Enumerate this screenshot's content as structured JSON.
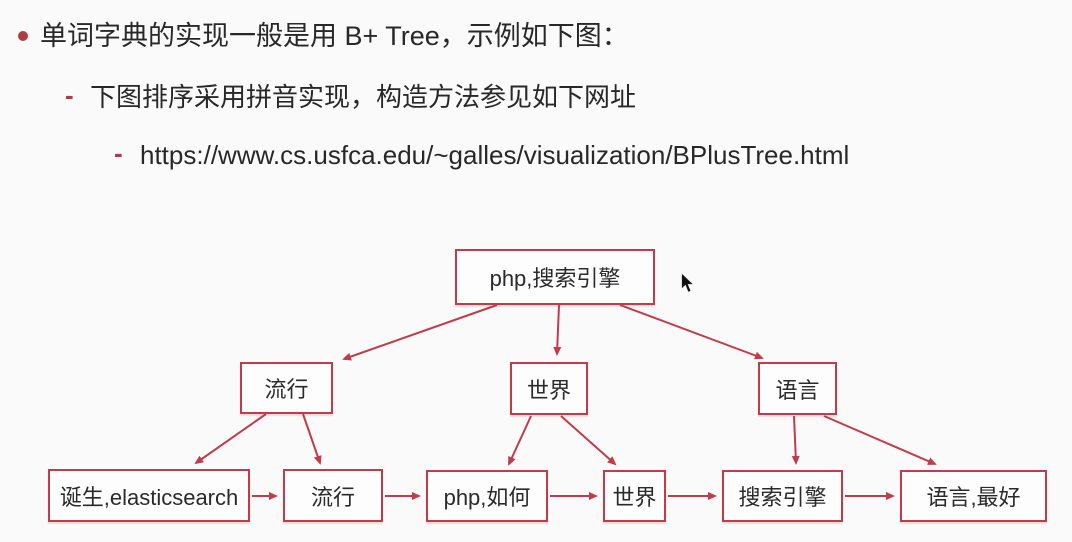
{
  "page": {
    "bg_color": "#fbfafa",
    "accent_color": "#c13b4b",
    "text_color": "#282828"
  },
  "bullets": [
    {
      "level": 1,
      "marker": "•",
      "text": "单词字典的实现一般是用 B+ Tree，示例如下图："
    },
    {
      "level": 2,
      "marker": "-",
      "text": "下图排序采用拼音实现，构造方法参见如下网址"
    },
    {
      "level": 3,
      "marker": "-",
      "text": "https://www.cs.usfca.edu/~galles/visualization/BPlusTree.html"
    }
  ],
  "tree": {
    "type": "B+ Tree",
    "root": {
      "label": "php,搜索引擎"
    },
    "internal": [
      {
        "label": "流行"
      },
      {
        "label": "世界"
      },
      {
        "label": "语言"
      }
    ],
    "leaves": [
      {
        "label": "诞生,elasticsearch"
      },
      {
        "label": "流行"
      },
      {
        "label": "php,如何"
      },
      {
        "label": "世界"
      },
      {
        "label": "搜索引擎"
      },
      {
        "label": "语言,最好"
      }
    ],
    "edges": [
      "root->流行",
      "root->世界",
      "root->语言",
      "流行->诞生,elasticsearch",
      "流行->流行(leaf)",
      "世界->php,如何",
      "世界->世界(leaf)",
      "语言->搜索引擎",
      "语言->语言,最好",
      "诞生,elasticsearch->流行(leaf)",
      "流行(leaf)->php,如何",
      "php,如何->世界(leaf)",
      "世界(leaf)->搜索引擎",
      "搜索引擎->语言,最好"
    ]
  }
}
